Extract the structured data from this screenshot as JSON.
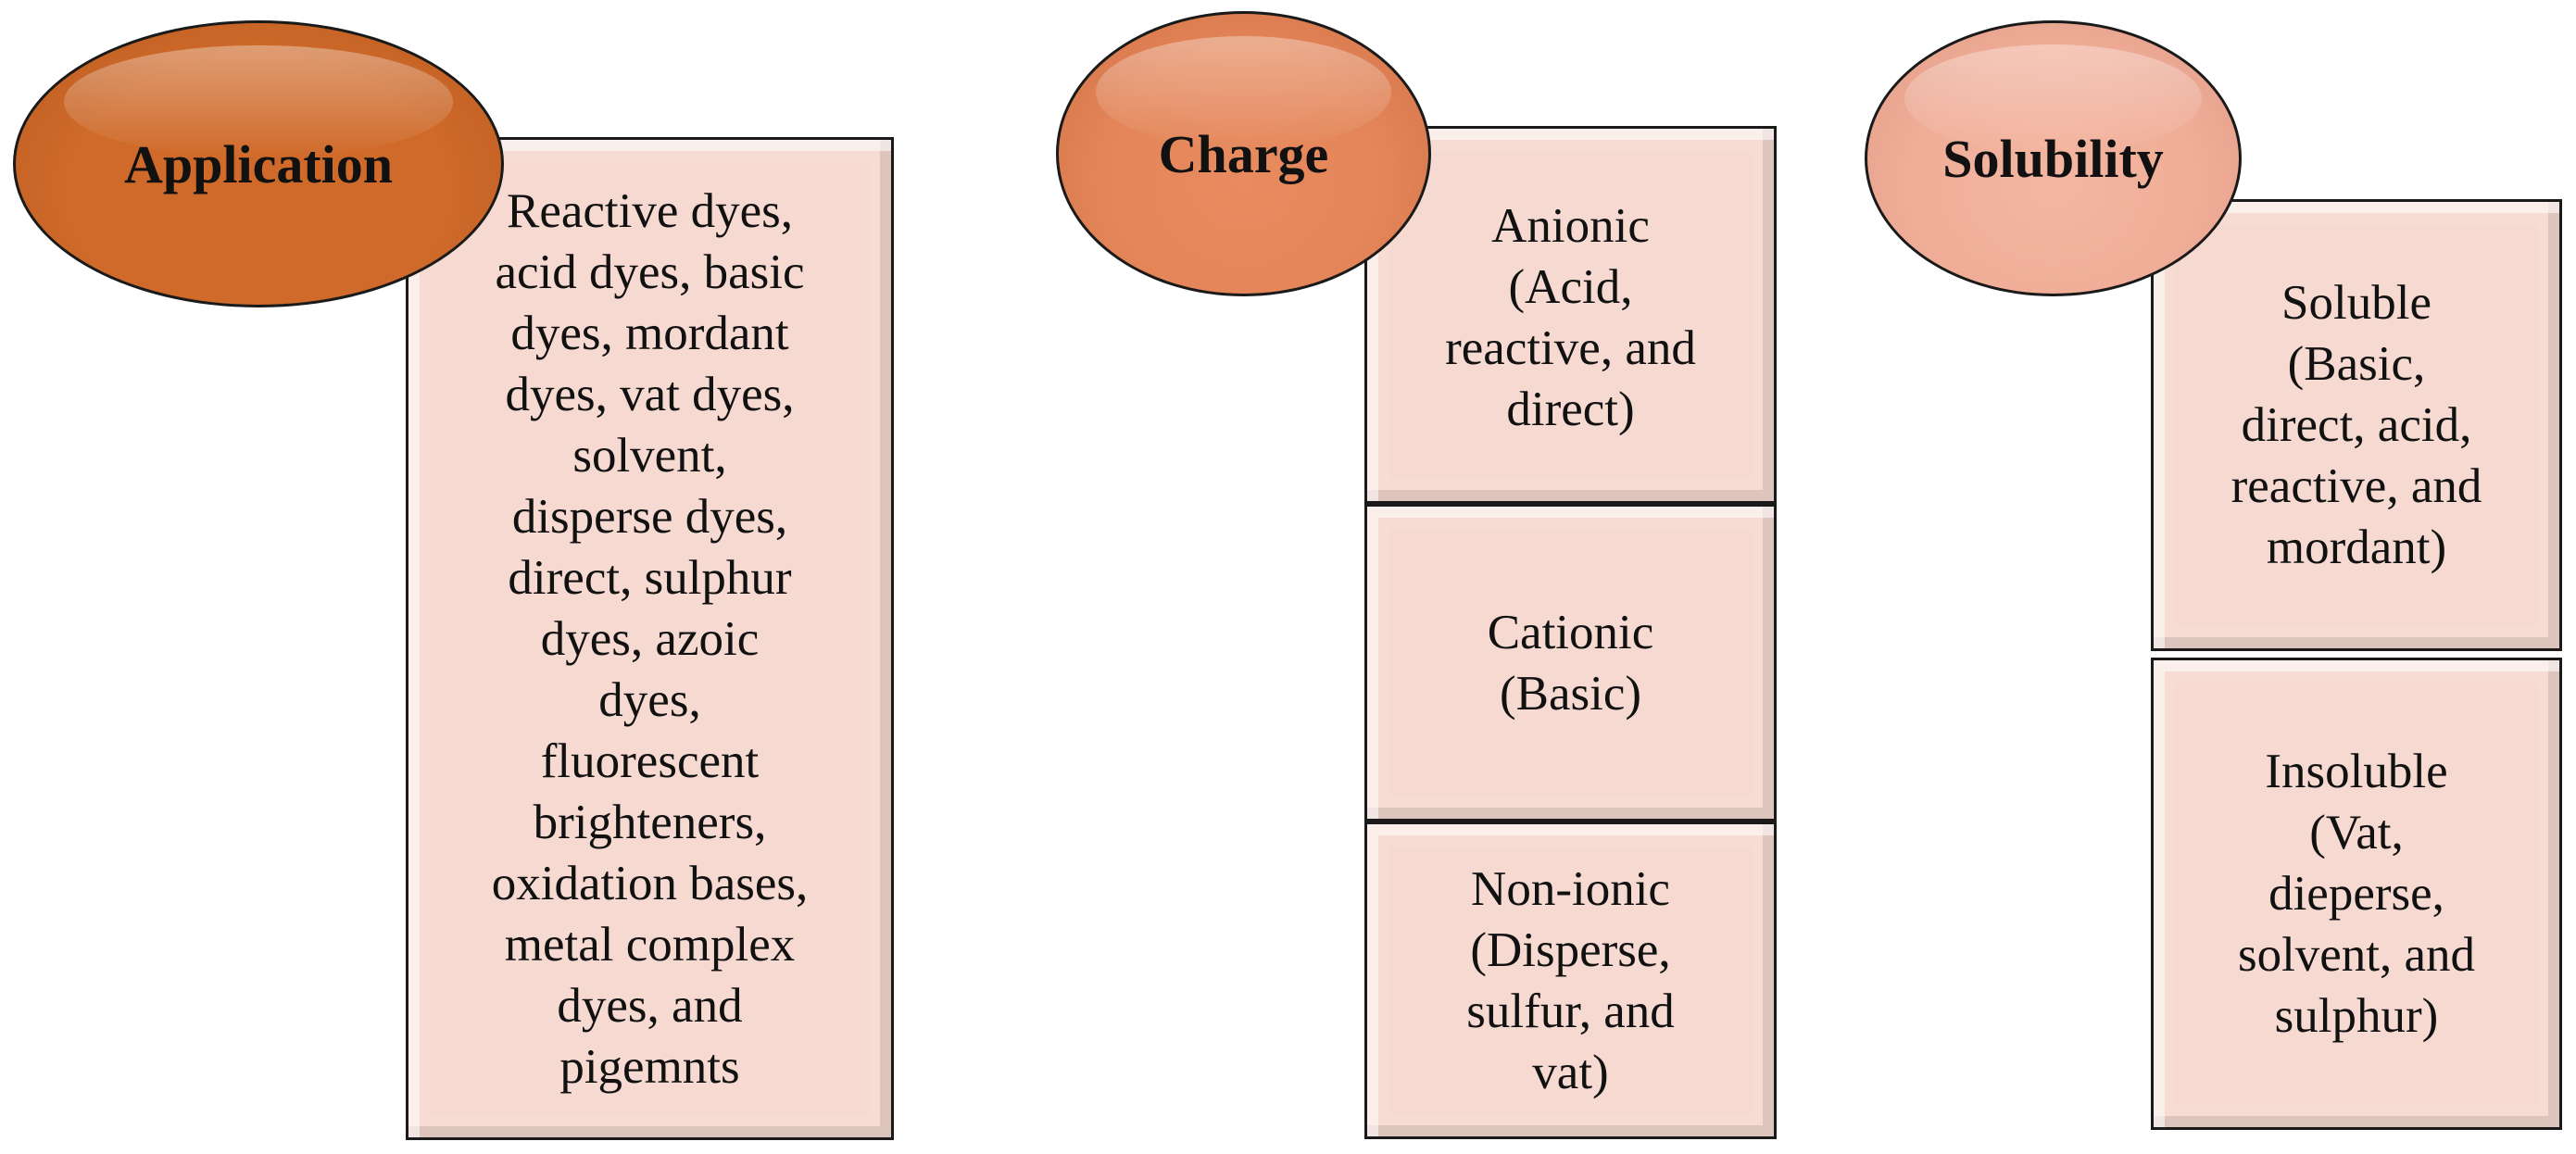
{
  "columns": [
    {
      "category": "Application",
      "color": "#cf6a2a",
      "boxes": [
        "Reactive dyes,\nacid dyes, basic\ndyes, mordant\ndyes, vat dyes,\nsolvent,\ndisperse dyes,\ndirect, sulphur\ndyes, azoic\ndyes,\nfluorescent\nbrighteners,\noxidation bases,\nmetal complex\ndyes, and\npigemnts"
      ]
    },
    {
      "category": "Charge",
      "color": "#e38558",
      "boxes": [
        "Anionic\n(Acid,\nreactive, and\ndirect)",
        "Cationic\n(Basic)",
        "Non-ionic\n(Disperse,\nsulfur, and\nvat)"
      ]
    },
    {
      "category": "Solubility",
      "color": "#f0ad97",
      "boxes": [
        "Soluble\n(Basic,\ndirect, acid,\nreactive, and\nmordant)",
        "Insoluble\n(Vat,\ndieperse,\nsolvent, and\nsulphur)"
      ]
    }
  ]
}
